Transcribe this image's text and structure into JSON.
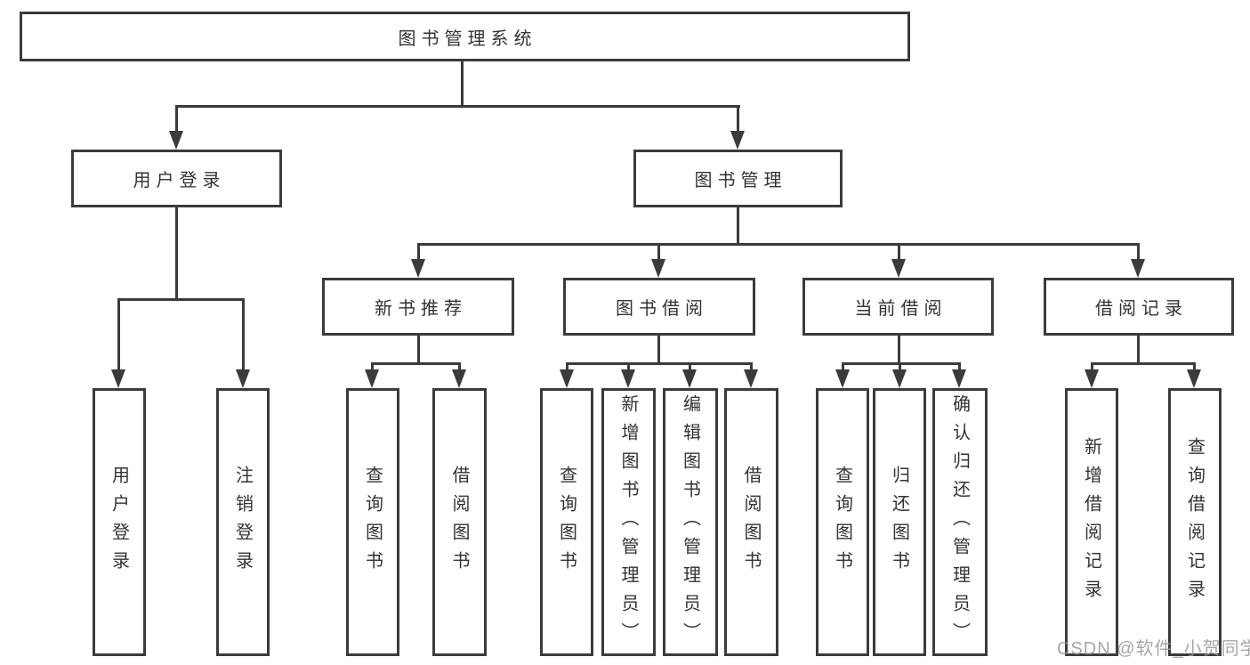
{
  "diagram": {
    "root": {
      "label": "图书管理系统",
      "children": [
        {
          "label": "用户登录",
          "children": [
            {
              "label": "用户登录"
            },
            {
              "label": "注销登录"
            }
          ]
        },
        {
          "label": "图书管理",
          "children": [
            {
              "label": "新书推荐",
              "children": [
                {
                  "label": "查询图书"
                },
                {
                  "label": "借阅图书"
                }
              ]
            },
            {
              "label": "图书借阅",
              "children": [
                {
                  "label": "查询图书"
                },
                {
                  "label": "新增图书（管理员）"
                },
                {
                  "label": "编辑图书（管理员）"
                },
                {
                  "label": "借阅图书"
                }
              ]
            },
            {
              "label": "当前借阅",
              "children": [
                {
                  "label": "查询图书"
                },
                {
                  "label": "归还图书"
                },
                {
                  "label": "确认归还（管理员）"
                }
              ]
            },
            {
              "label": "借阅记录",
              "children": [
                {
                  "label": "新增借阅记录"
                },
                {
                  "label": "查询借阅记录"
                }
              ]
            }
          ]
        }
      ]
    }
  },
  "watermark": {
    "text": "CSDN @软件_小贺同学"
  },
  "colors": {
    "line": "#3b3b3b",
    "text": "#333333",
    "background": "#ffffff",
    "watermark": "#969696"
  }
}
